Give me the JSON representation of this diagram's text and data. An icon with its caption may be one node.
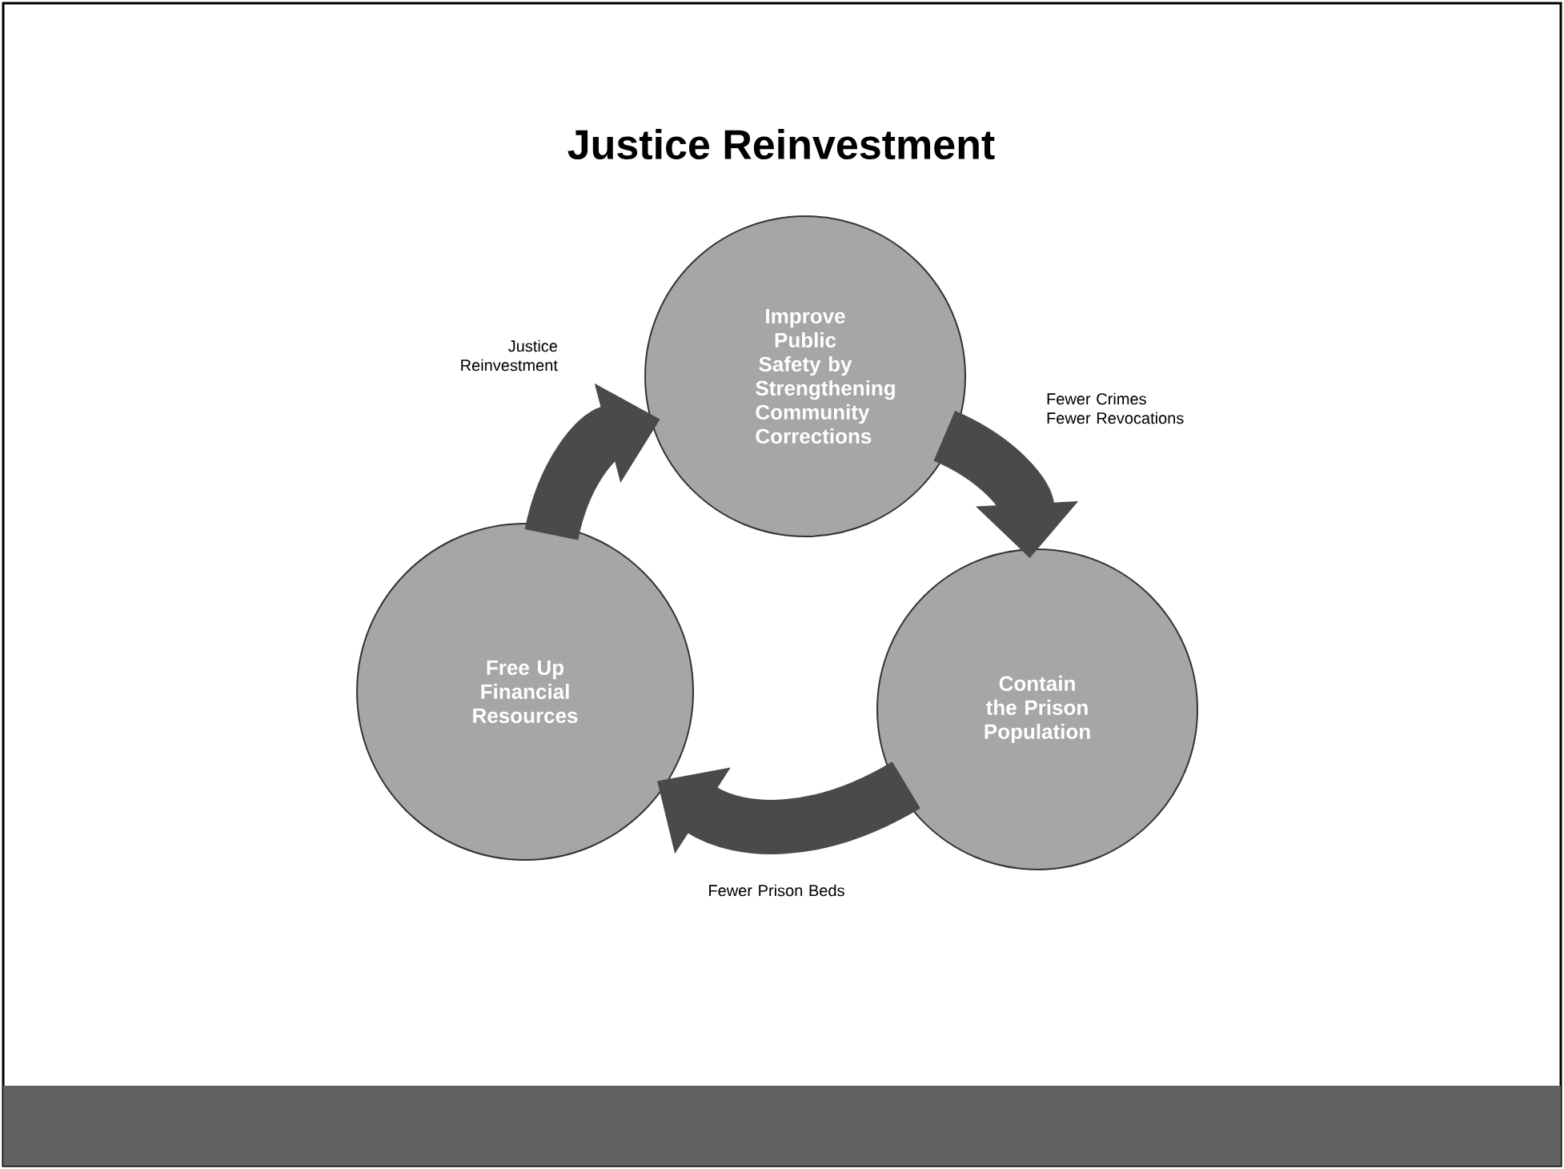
{
  "diagram": {
    "title": "Justice Reinvestment",
    "nodes": [
      {
        "text": [
          "Improve Public Safety by Strengthening Community Corrections"
        ]
      },
      {
        "text": [
          "Contain the Prison Population"
        ]
      },
      {
        "text": [
          "Free Up Financial Resources"
        ]
      }
    ],
    "edges": [
      {
        "from": 0,
        "to": 1,
        "arrow": "to",
        "label": "Fewer Crimes Fewer Revocations"
      },
      {
        "from": 1,
        "to": 2,
        "arrow": "to",
        "label": "Fewer Prison Beds"
      },
      {
        "from": 2,
        "to": 0,
        "arrow": "to",
        "label": "Justice Reinvestment"
      }
    ]
  }
}
